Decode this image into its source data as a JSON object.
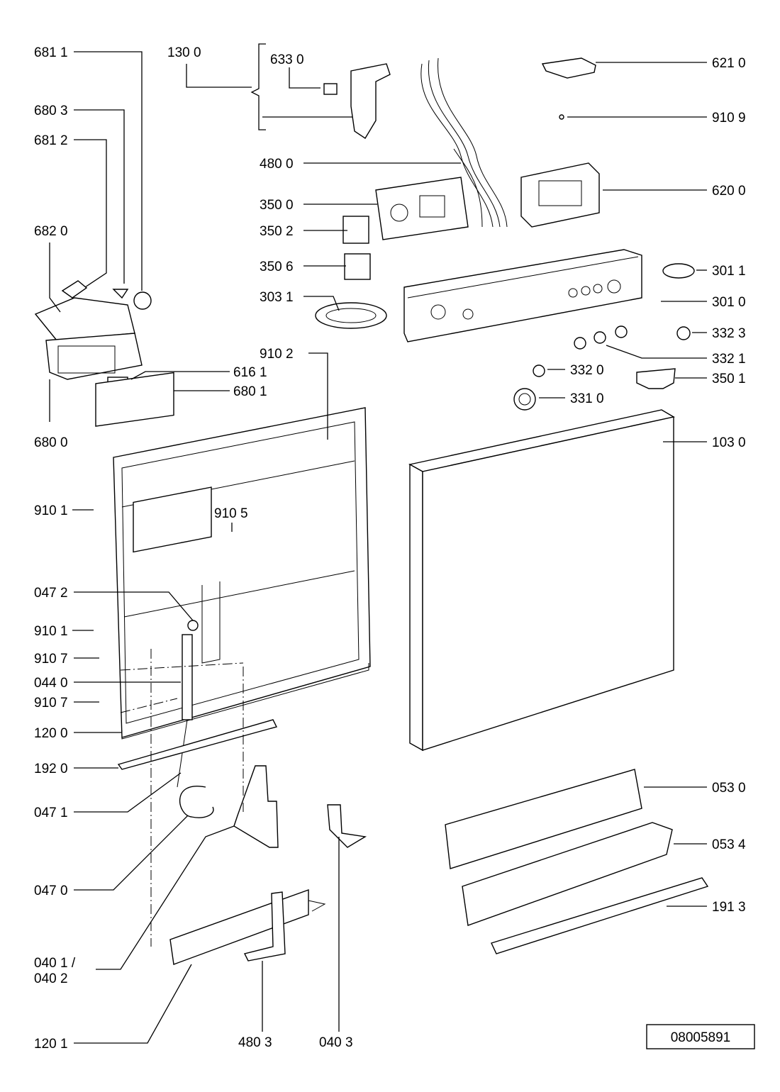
{
  "diagram": {
    "labels": {
      "p6811": "681 1",
      "p1300": "130 0",
      "p6330": "633 0",
      "p6210": "621 0",
      "p6803": "680 3",
      "p9109": "910 9",
      "p6812": "681 2",
      "p4800": "480 0",
      "p3500": "350 0",
      "p6200": "620 0",
      "p6820": "682 0",
      "p3502": "350 2",
      "p3506": "350 6",
      "p3011": "301 1",
      "p3031": "303 1",
      "p3010": "301 0",
      "p3323": "332 3",
      "p9102": "910 2",
      "p6161": "616 1",
      "p3321": "332 1",
      "p6801": "680 1",
      "p3320": "332 0",
      "p3501": "350 1",
      "p3310": "331 0",
      "p6800": "680 0",
      "p1030": "103 0",
      "p9101a": "910 1",
      "p9105": "910 5",
      "p0472": "047 2",
      "p9101b": "910 1",
      "p9107a": "910 7",
      "p0440": "044 0",
      "p9107b": "910 7",
      "p1200": "120 0",
      "p1920": "192 0",
      "p0530": "053 0",
      "p0471": "047 1",
      "p0534": "053 4",
      "p0470": "047 0",
      "p1913": "191 3",
      "p0401": "040 1 /",
      "p0402": "040 2",
      "p1201": "120 1",
      "p4803": "480 3",
      "p0403": "040 3"
    },
    "doc_number": "08005891"
  }
}
